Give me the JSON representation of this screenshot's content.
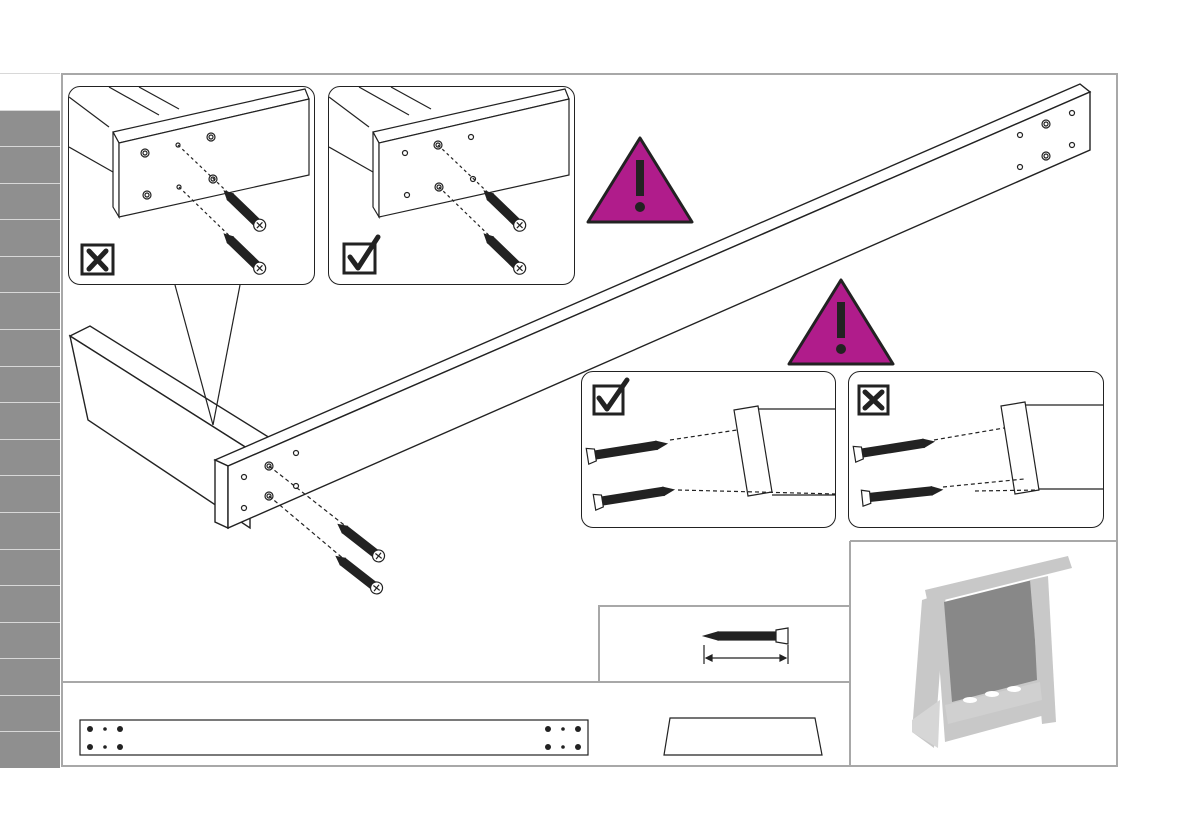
{
  "document": {
    "sidebar": {
      "tab_count": 18,
      "tab_color": "#8f8f8f",
      "first_tab_color": "#ffffff"
    },
    "colors": {
      "warning": "#b01c8b",
      "line": "#222222",
      "frame": "#a8a8a8",
      "product_gray": "#c8c8c8",
      "product_dark": "#888888"
    },
    "insets": [
      {
        "name": "wrong-screw-position",
        "status": "incorrect",
        "icon": "cross-box-icon"
      },
      {
        "name": "correct-screw-position",
        "status": "correct",
        "icon": "check-box-icon"
      },
      {
        "name": "correct-screw-angle",
        "status": "correct",
        "icon": "check-box-icon"
      },
      {
        "name": "wrong-screw-angle",
        "status": "incorrect",
        "icon": "cross-box-icon"
      }
    ],
    "warnings": [
      {
        "icon": "warning-triangle-icon",
        "symbol": "!"
      },
      {
        "icon": "warning-triangle-icon",
        "symbol": "!"
      }
    ]
  }
}
